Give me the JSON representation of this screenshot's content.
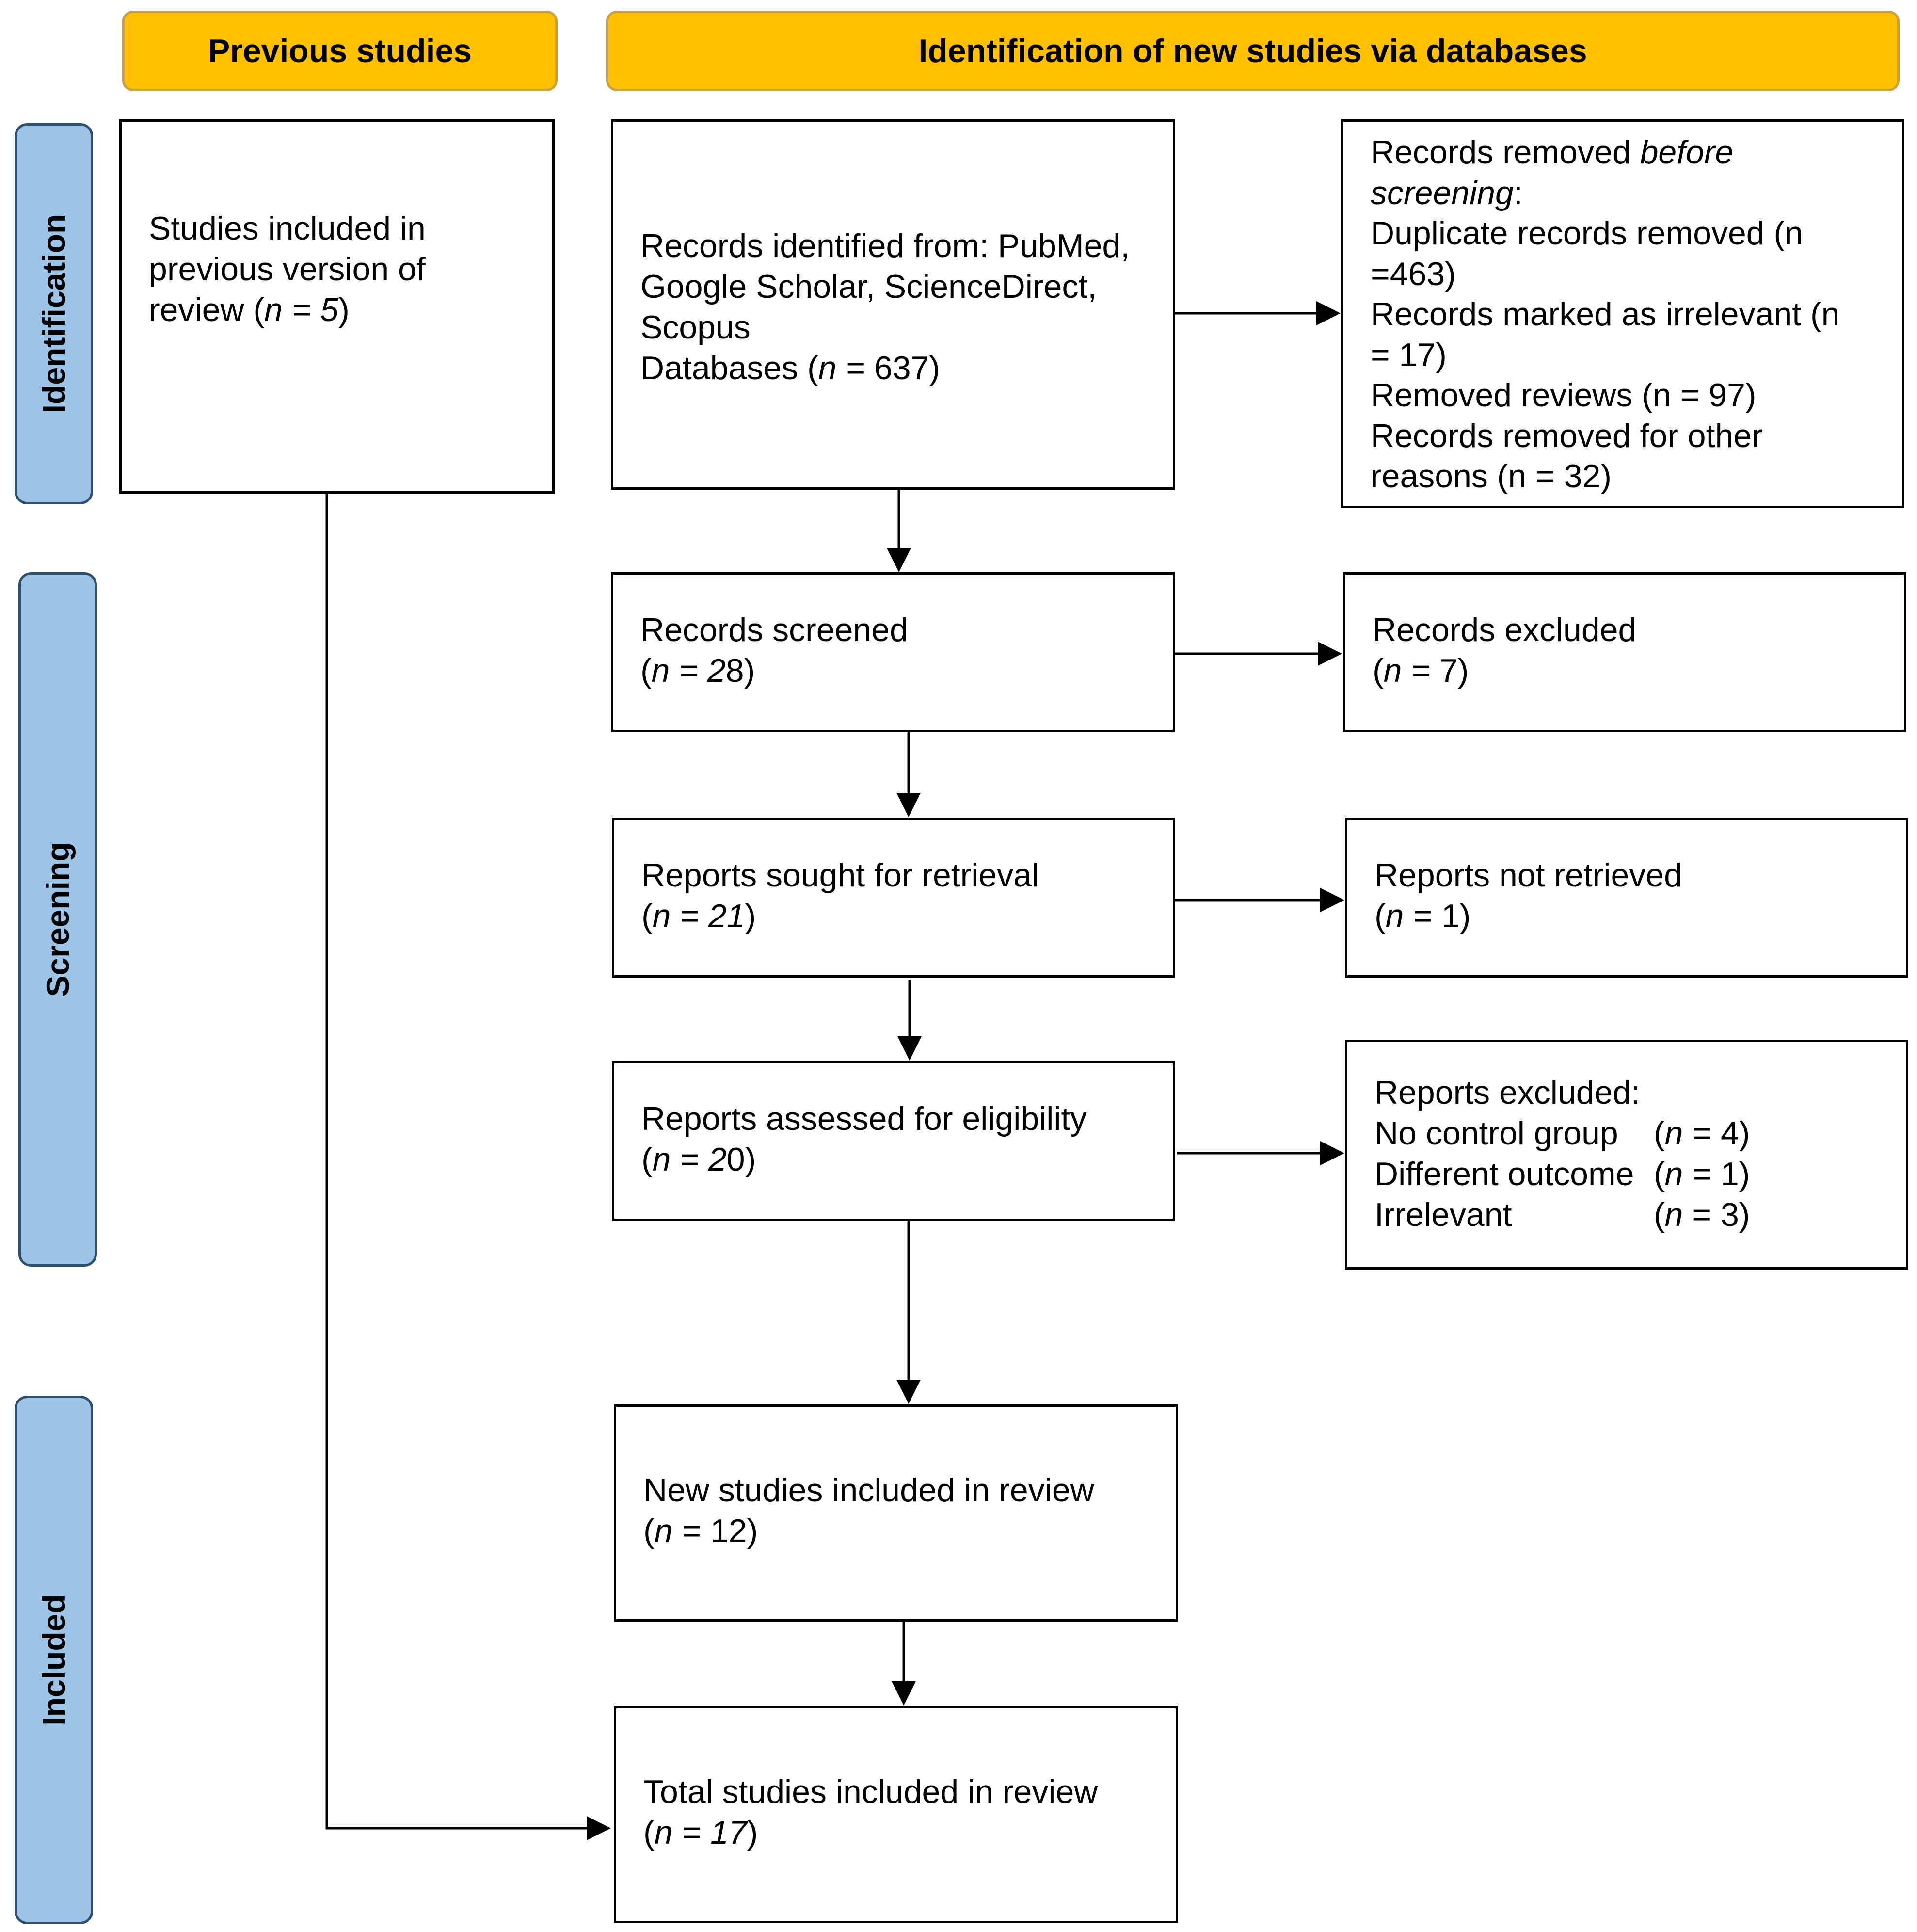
{
  "headers": {
    "previous": "Previous studies",
    "new": "Identification of new studies via databases"
  },
  "phases": {
    "identification": "Identification",
    "screening": "Screening",
    "included": "Included"
  },
  "previous_box": {
    "line1": "Studies included in",
    "line2": "previous version of",
    "line3_pre": "review (",
    "line3_n": "n = 5",
    "line3_post": ")"
  },
  "identified_box": {
    "line1": "Records identified from: PubMed,",
    "line2": "Google Scholar, ScienceDirect,",
    "line3": "Scopus",
    "line4_pre": "Databases (",
    "line4_n": "n =",
    "line4_val": " 637)"
  },
  "removed_box": {
    "line1_pre": "Records removed ",
    "line1_em": "before",
    "line2_em": "screening",
    "line2_post": ":",
    "line3": "Duplicate records removed  (n",
    "line4": "=463)",
    "line5": "Records marked as irrelevant (n",
    "line6": "= 17)",
    "line7": "Removed reviews (n = 97)",
    "line8": "Records removed for other",
    "line9": "reasons (n = 32)"
  },
  "screened_box": {
    "line1": "Records screened",
    "open": "(",
    "n": "n = 2",
    "val": "8)"
  },
  "excluded_box": {
    "line1": "Records excluded",
    "open": "(",
    "n": "n =",
    "val": " 7)"
  },
  "sought_box": {
    "line1": "Reports sought for retrieval",
    "open": "(",
    "n": "n = 21",
    "val": ")"
  },
  "not_retrieved_box": {
    "line1": "Reports not retrieved",
    "open": "(",
    "n": "n =",
    "val": " 1)"
  },
  "eligibility_box": {
    "line1": "Reports assessed for eligibility",
    "open": "(",
    "n": "n = 2",
    "val": "0)"
  },
  "reports_excluded_box": {
    "line1": "Reports excluded:",
    "r1_label": "No control group",
    "r1_open": "(",
    "r1_n": "n =",
    "r1_val": " 4)",
    "r2_label": "Different outcome",
    "r2_open": "(",
    "r2_n": "n =",
    "r2_val": " 1)",
    "r3_label": "Irrelevant",
    "r3_open": "(",
    "r3_n": "n",
    "r3_val": " = 3)"
  },
  "new_included_box": {
    "line1": "New studies included in review",
    "open": "(",
    "n": "n =",
    "val": " 12)"
  },
  "total_box": {
    "line1": "Total studies included in review",
    "open": "(",
    "n": "n = 17",
    "val": ")"
  }
}
